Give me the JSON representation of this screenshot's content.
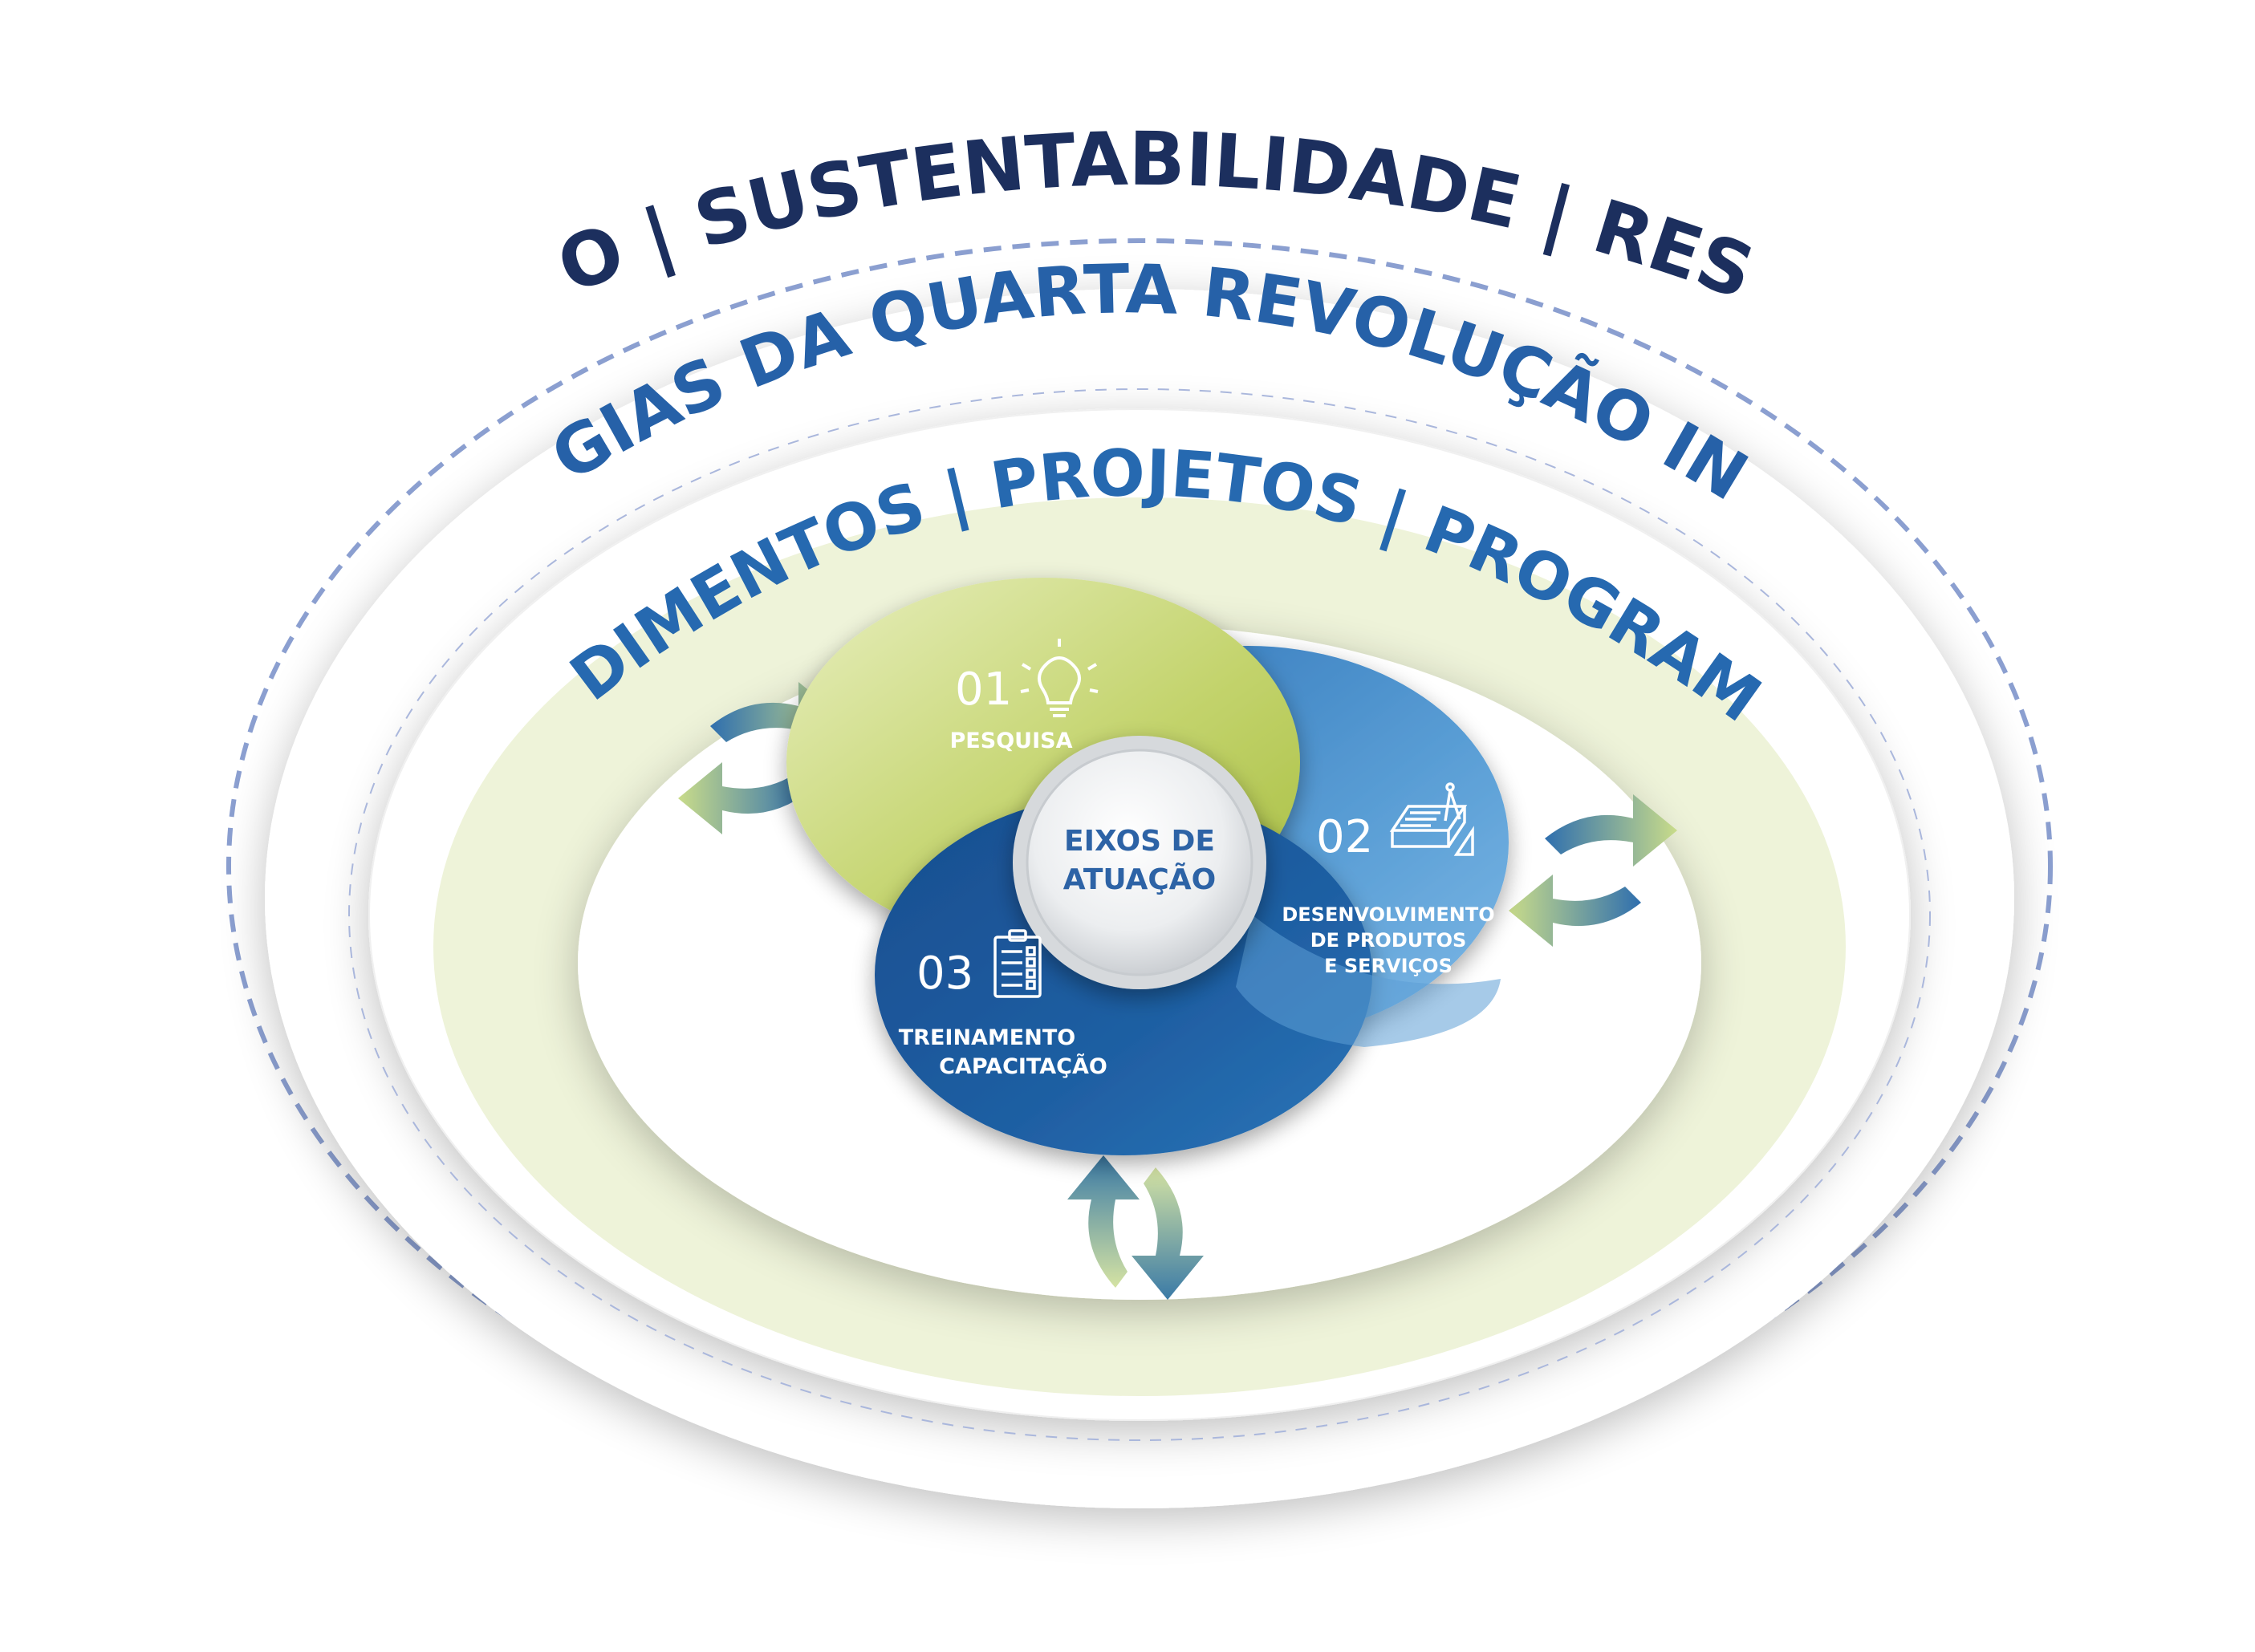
{
  "rings": {
    "outer": "INOVAÇÃO | SUSTENTABILIDADE | RESILIÊNCIA",
    "middle": "TECNOLOGIAS DA QUARTA REVOLUÇÃO INDUSTRIAL",
    "inner": "EMPREENDIMENTOS | PROJETOS | PROGRAMAS | LABS"
  },
  "center": {
    "line1": "EIXOS DE",
    "line2": "ATUAÇÃO"
  },
  "axes": [
    {
      "number": "01",
      "label_lines": [
        "PESQUISA"
      ],
      "icon": "lightbulb-icon"
    },
    {
      "number": "02",
      "label_lines": [
        "DESENVOLVIMENTO",
        "DE PRODUTOS",
        "E SERVIÇOS"
      ],
      "icon": "blueprint-icon"
    },
    {
      "number": "03",
      "label_lines": [
        "TREINAMENTO",
        "CAPACITAÇÃO"
      ],
      "icon": "checklist-icon"
    }
  ],
  "colors": {
    "outer_text": "#1c2f5e",
    "middle_text": "#2661a8",
    "inner_text": "#2669b0",
    "green_ring": "#eef3d9",
    "dashed": "#8b9fd0",
    "petal_green": "#b8cc5a",
    "petal_light_blue": "#4f94cf",
    "petal_dark_blue": "#1e5c9e",
    "center_text": "#2d63a6"
  }
}
